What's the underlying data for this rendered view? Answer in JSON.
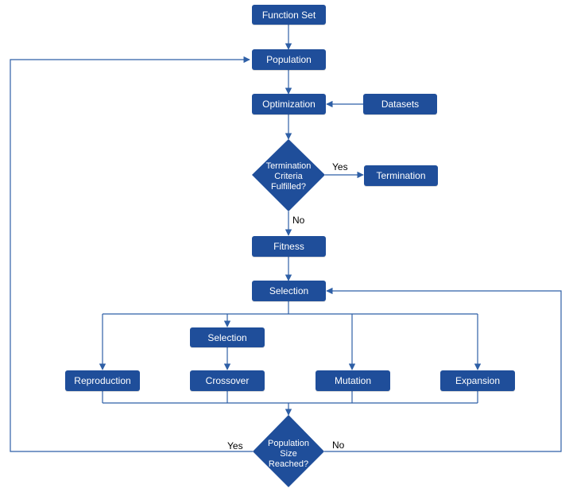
{
  "colors": {
    "node_fill": "#1f4e9a",
    "connector": "#2e5fa6",
    "node_text": "#ffffff"
  },
  "nodes": {
    "function_set": "Function Set",
    "population": "Population",
    "optimization": "Optimization",
    "datasets": "Datasets",
    "termination": "Termination",
    "fitness": "Fitness",
    "selection_main": "Selection",
    "selection_sub": "Selection",
    "reproduction": "Reproduction",
    "crossover": "Crossover",
    "mutation": "Mutation",
    "expansion": "Expansion"
  },
  "decisions": {
    "termination_check": {
      "lines": [
        "Termination",
        "Criteria",
        "Fulfilled?"
      ]
    },
    "population_check": {
      "lines": [
        "Population",
        "Size",
        "Reached?"
      ]
    }
  },
  "edge_labels": {
    "termination_yes": "Yes",
    "termination_no": "No",
    "population_yes": "Yes",
    "population_no": "No"
  }
}
